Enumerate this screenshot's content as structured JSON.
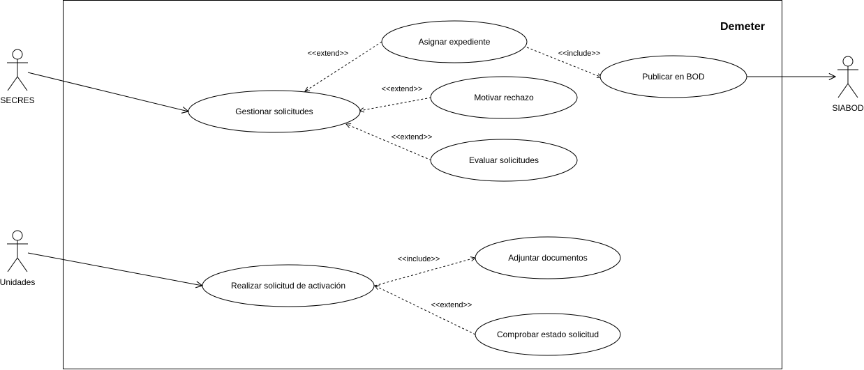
{
  "diagram": {
    "title": "Demeter",
    "actors": {
      "secres": "SECRES",
      "siabod": "SIABOD",
      "unidades": "Unidades"
    },
    "use_cases": {
      "asignar": "Asignar expediente",
      "publicar": "Publicar en BOD",
      "gestionar": "Gestionar solicitudes",
      "motivar": "Motivar rechazo",
      "evaluar": "Evaluar solicitudes",
      "adjuntar": "Adjuntar documentos",
      "realizar": "Realizar solicitud de activación",
      "comprobar": "Comprobar estado solicitud"
    },
    "relations": {
      "extend_asignar": "<<extend>>",
      "include_publicar": "<<include>>",
      "extend_motivar": "<<extend>>",
      "extend_evaluar": "<<extend>>",
      "include_adjuntar": "<<include>>",
      "extend_comprobar": "<<extend>>"
    }
  }
}
